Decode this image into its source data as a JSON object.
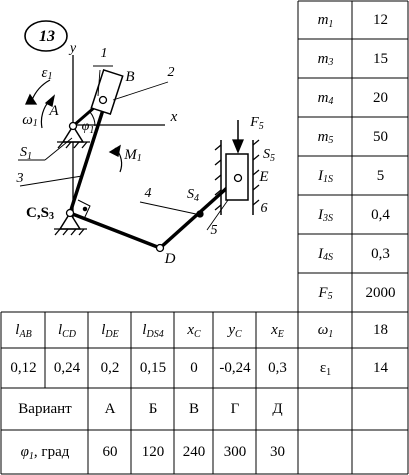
{
  "figure": {
    "problem_number": "13",
    "labels": {
      "y_axis": "y",
      "x_axis": "x",
      "A": "A",
      "B": "B",
      "C": "C,S",
      "C_sub": "3",
      "D": "D",
      "E": "E",
      "phi": "φ",
      "phi_sub": "1",
      "omega": "ω",
      "omega_sub": "1",
      "eps": "ε",
      "eps_sub": "1",
      "M": "M",
      "M_sub": "1",
      "S1": "S",
      "S1_sub": "1",
      "S4": "S",
      "S4_sub": "4",
      "S5": "S",
      "S5_sub": "5",
      "F5": "F",
      "F5_sub": "5",
      "n1": "1",
      "n2": "2",
      "n3": "3",
      "n4": "4",
      "n5": "5",
      "n6": "6"
    }
  },
  "right_table": [
    {
      "sym": "m",
      "sub": "1",
      "value": "12"
    },
    {
      "sym": "m",
      "sub": "3",
      "value": "15"
    },
    {
      "sym": "m",
      "sub": "4",
      "value": "20"
    },
    {
      "sym": "m",
      "sub": "5",
      "value": "50"
    },
    {
      "sym": "I",
      "sub": "1S",
      "value": "5"
    },
    {
      "sym": "I",
      "sub": "3S",
      "value": "0,4"
    },
    {
      "sym": "I",
      "sub": "4S",
      "value": "0,3"
    },
    {
      "sym": "F",
      "sub": "5",
      "value": "2000"
    }
  ],
  "bottom_table": {
    "headers": [
      {
        "sym": "l",
        "sub": "AB"
      },
      {
        "sym": "l",
        "sub": "CD"
      },
      {
        "sym": "l",
        "sub": "DE"
      },
      {
        "sym": "l",
        "sub": "DS4"
      },
      {
        "sym": "x",
        "sub": "C"
      },
      {
        "sym": "y",
        "sub": "C"
      },
      {
        "sym": "x",
        "sub": "E"
      },
      {
        "sym": "ω",
        "sub": "1"
      }
    ],
    "values": [
      "0,12",
      "0,24",
      "0,2",
      "0,15",
      "0",
      "-0,24",
      "0,3",
      "18"
    ],
    "eps_row": {
      "sym": "ε",
      "sub": "1",
      "value": "14"
    },
    "variant_label": "Вариант",
    "variants": [
      "А",
      "Б",
      "В",
      "Г",
      "Д"
    ],
    "phi_label": "φ",
    "phi_sub": "1",
    "phi_unit": ", град",
    "phi_values": [
      "60",
      "120",
      "240",
      "300",
      "30"
    ]
  }
}
